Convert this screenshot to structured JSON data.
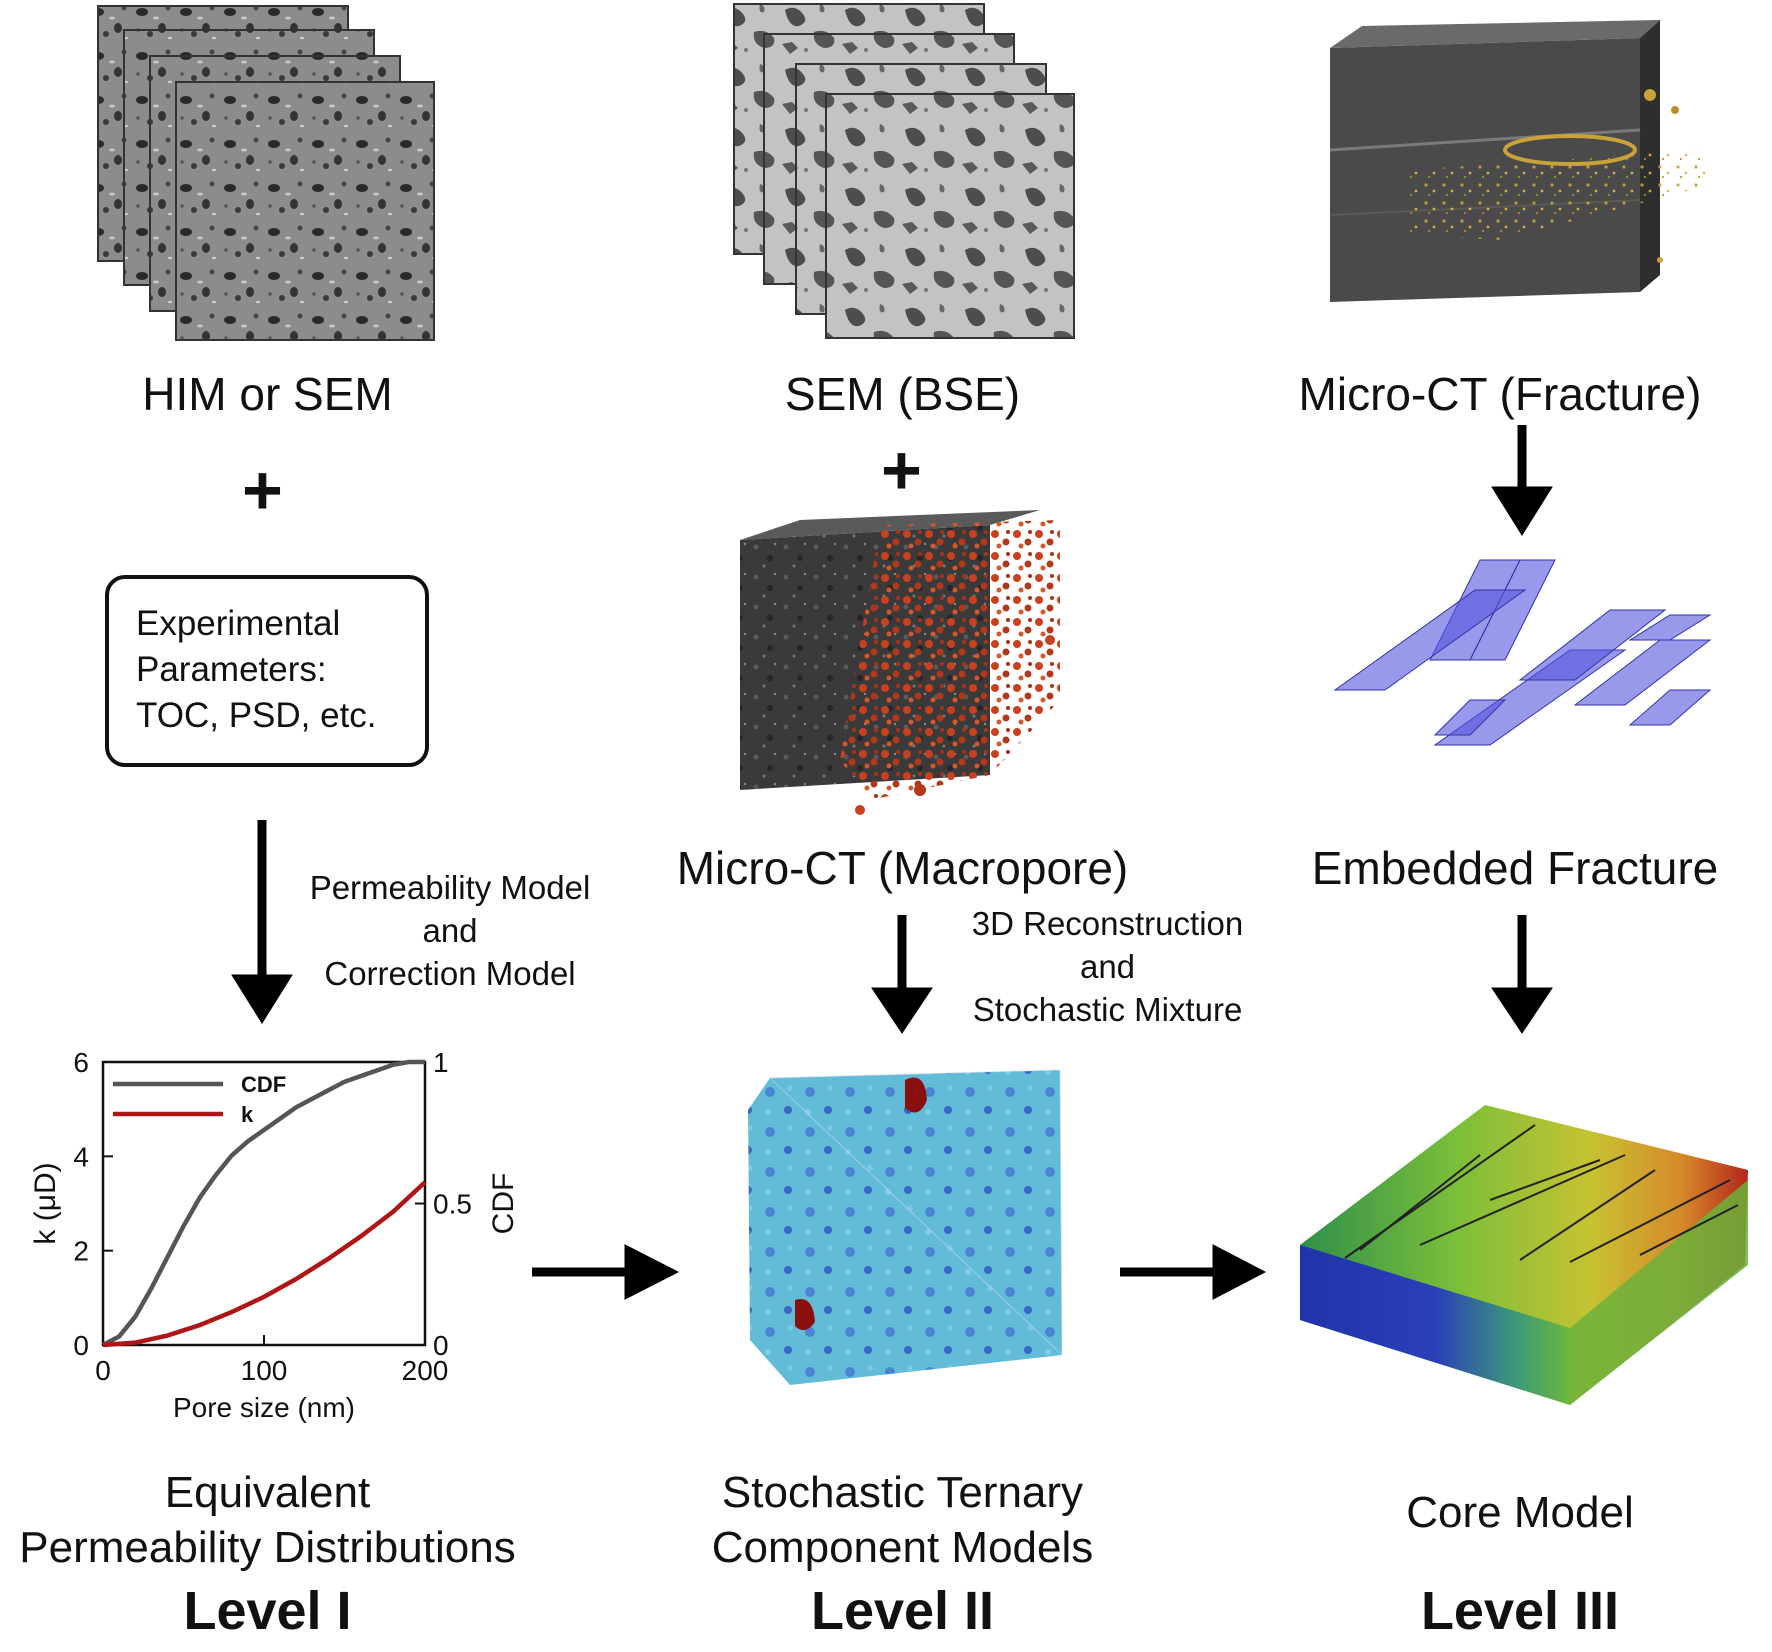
{
  "level1": {
    "image_caption": "HIM or SEM",
    "plus": "+",
    "box_text": [
      "Experimental",
      "Parameters:",
      "TOC, PSD, etc."
    ],
    "arrow_label": [
      "Permeability Model",
      "and",
      "Correction Model"
    ],
    "result_caption": [
      "Equivalent",
      "Permeability Distributions"
    ],
    "level_label": "Level I"
  },
  "level2": {
    "image_caption": "SEM (BSE)",
    "plus": "+",
    "ct_caption": "Micro-CT (Macropore)",
    "arrow_label": [
      "3D Reconstruction",
      "and",
      "Stochastic Mixture"
    ],
    "result_caption": [
      "Stochastic Ternary",
      "Component Models"
    ],
    "level_label": "Level II"
  },
  "level3": {
    "image_caption": "Micro-CT (Fracture)",
    "fracture_caption": "Embedded Fracture",
    "result_caption": "Core Model",
    "level_label": "Level III"
  },
  "colors": {
    "cdf": "#555555",
    "k": "#b01515",
    "macropore": "#c8401e",
    "fracture_planes": "#5555dd",
    "ternary_cube": "#5ab8d6"
  },
  "chart_data": {
    "type": "line",
    "xlabel": "Pore size (nm)",
    "ylabel": "k (μD)",
    "y2label": "CDF",
    "xlim": [
      0,
      200
    ],
    "ylim": [
      0,
      6
    ],
    "y2lim": [
      0,
      1
    ],
    "xticks": [
      "0",
      "100",
      "200"
    ],
    "yticks": [
      "0",
      "2",
      "4",
      "6"
    ],
    "y2ticks": [
      "0",
      "0.5",
      "1"
    ],
    "legend_position": "top-left",
    "series": [
      {
        "name": "CDF",
        "axis": "right",
        "x": [
          0,
          10,
          20,
          30,
          40,
          50,
          60,
          70,
          80,
          90,
          100,
          110,
          120,
          130,
          140,
          150,
          160,
          170,
          180,
          190,
          200
        ],
        "y": [
          0,
          0.03,
          0.1,
          0.2,
          0.31,
          0.42,
          0.52,
          0.6,
          0.67,
          0.72,
          0.76,
          0.8,
          0.84,
          0.87,
          0.9,
          0.93,
          0.95,
          0.97,
          0.99,
          1.0,
          1.0
        ]
      },
      {
        "name": "k",
        "axis": "left",
        "x": [
          0,
          20,
          40,
          60,
          80,
          100,
          120,
          140,
          160,
          180,
          200
        ],
        "y": [
          0,
          0.05,
          0.2,
          0.42,
          0.7,
          1.02,
          1.4,
          1.83,
          2.3,
          2.82,
          3.45
        ]
      }
    ]
  }
}
